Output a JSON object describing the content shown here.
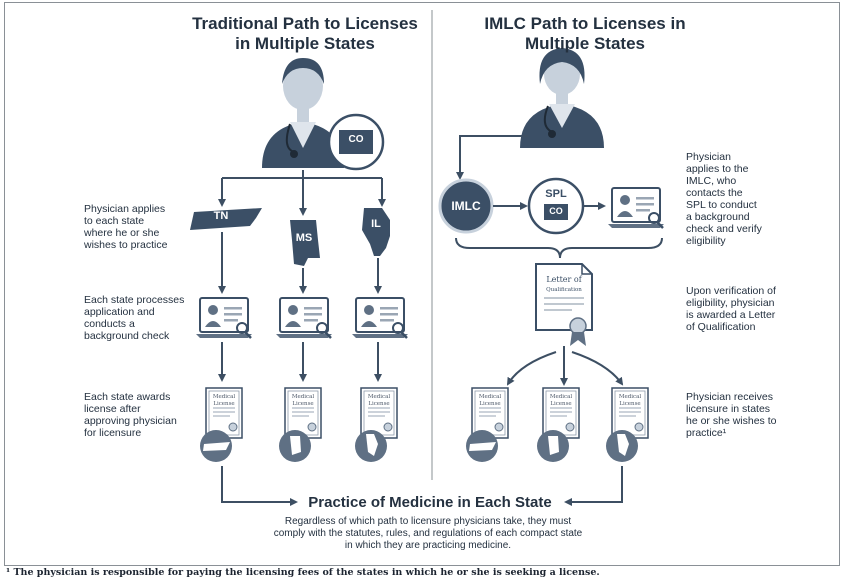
{
  "titles": {
    "traditional": "Traditional Path to Licenses\nin Multiple States",
    "imlc": "IMLC Path to Licenses in\nMultiple States"
  },
  "badges": {
    "home_state": "CO",
    "tn": "TN",
    "ms": "MS",
    "il": "IL",
    "imlc": "IMLC",
    "spl": "SPL",
    "spl_state": "CO"
  },
  "traditional_steps": {
    "apply": "Physician applies\nto each state\nwhere he or she\nwishes to practice",
    "process": "Each state processes\napplication and\nconducts a\nbackground check",
    "award": "Each state awards\nlicense after\napproving physician\nfor licensure"
  },
  "imlc_steps": {
    "apply": "Physician\napplies to the\nIMLC, who\ncontacts the\nSPL to conduct\na background\ncheck and verify\neligibility",
    "verify": "Upon verification of\neligibility, physician\nis awarded a Letter\nof Qualification",
    "receive": "Physician receives\nlicensure in states\nhe or she wishes to\npractice¹"
  },
  "letter": {
    "line1": "Letter of",
    "line2": "Qualification"
  },
  "license": {
    "line1": "Medical",
    "line2": "License"
  },
  "practice": {
    "title": "Practice of Medicine in Each State",
    "text": "Regardless of which path to licensure physicians take, they must comply with the statutes, rules, and regulations of each compact state in which they are practicing medicine."
  },
  "footnote": "¹ The physician is responsible for paying the licensing fees of the states in which he or she is seeking a license.",
  "colors": {
    "navy": "#3b4f66",
    "slate": "#5f7084",
    "light": "#c7d1dc",
    "skin": "#dfe5ec",
    "arrow": "#3d4f63"
  }
}
